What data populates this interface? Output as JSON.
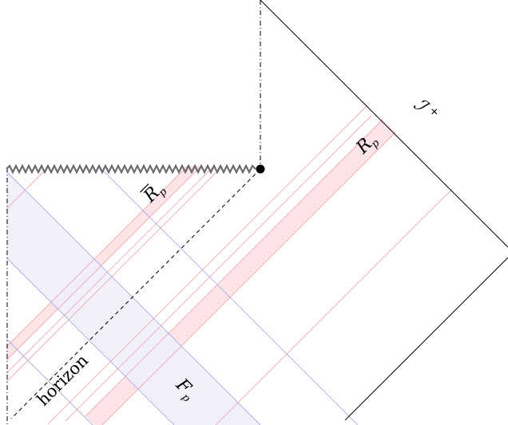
{
  "labels": {
    "scri_plus": "ℐ⁺",
    "scri_plus_main": "ℐ",
    "scri_plus_sup": "+",
    "r_p": "R",
    "r_p_sub": "p",
    "r_p_bar": "R",
    "r_p_bar_sub": "p",
    "f_p": "F",
    "f_p_sub": "p",
    "horizon": "horizon"
  },
  "colors": {
    "pink_fill": "#fce1e4",
    "pink_line": "#f4a7ad",
    "blue_fill": "#eeeefc",
    "blue_line": "#a9a9f0",
    "singularity": "#6b6b6b",
    "ink": "#000000"
  }
}
